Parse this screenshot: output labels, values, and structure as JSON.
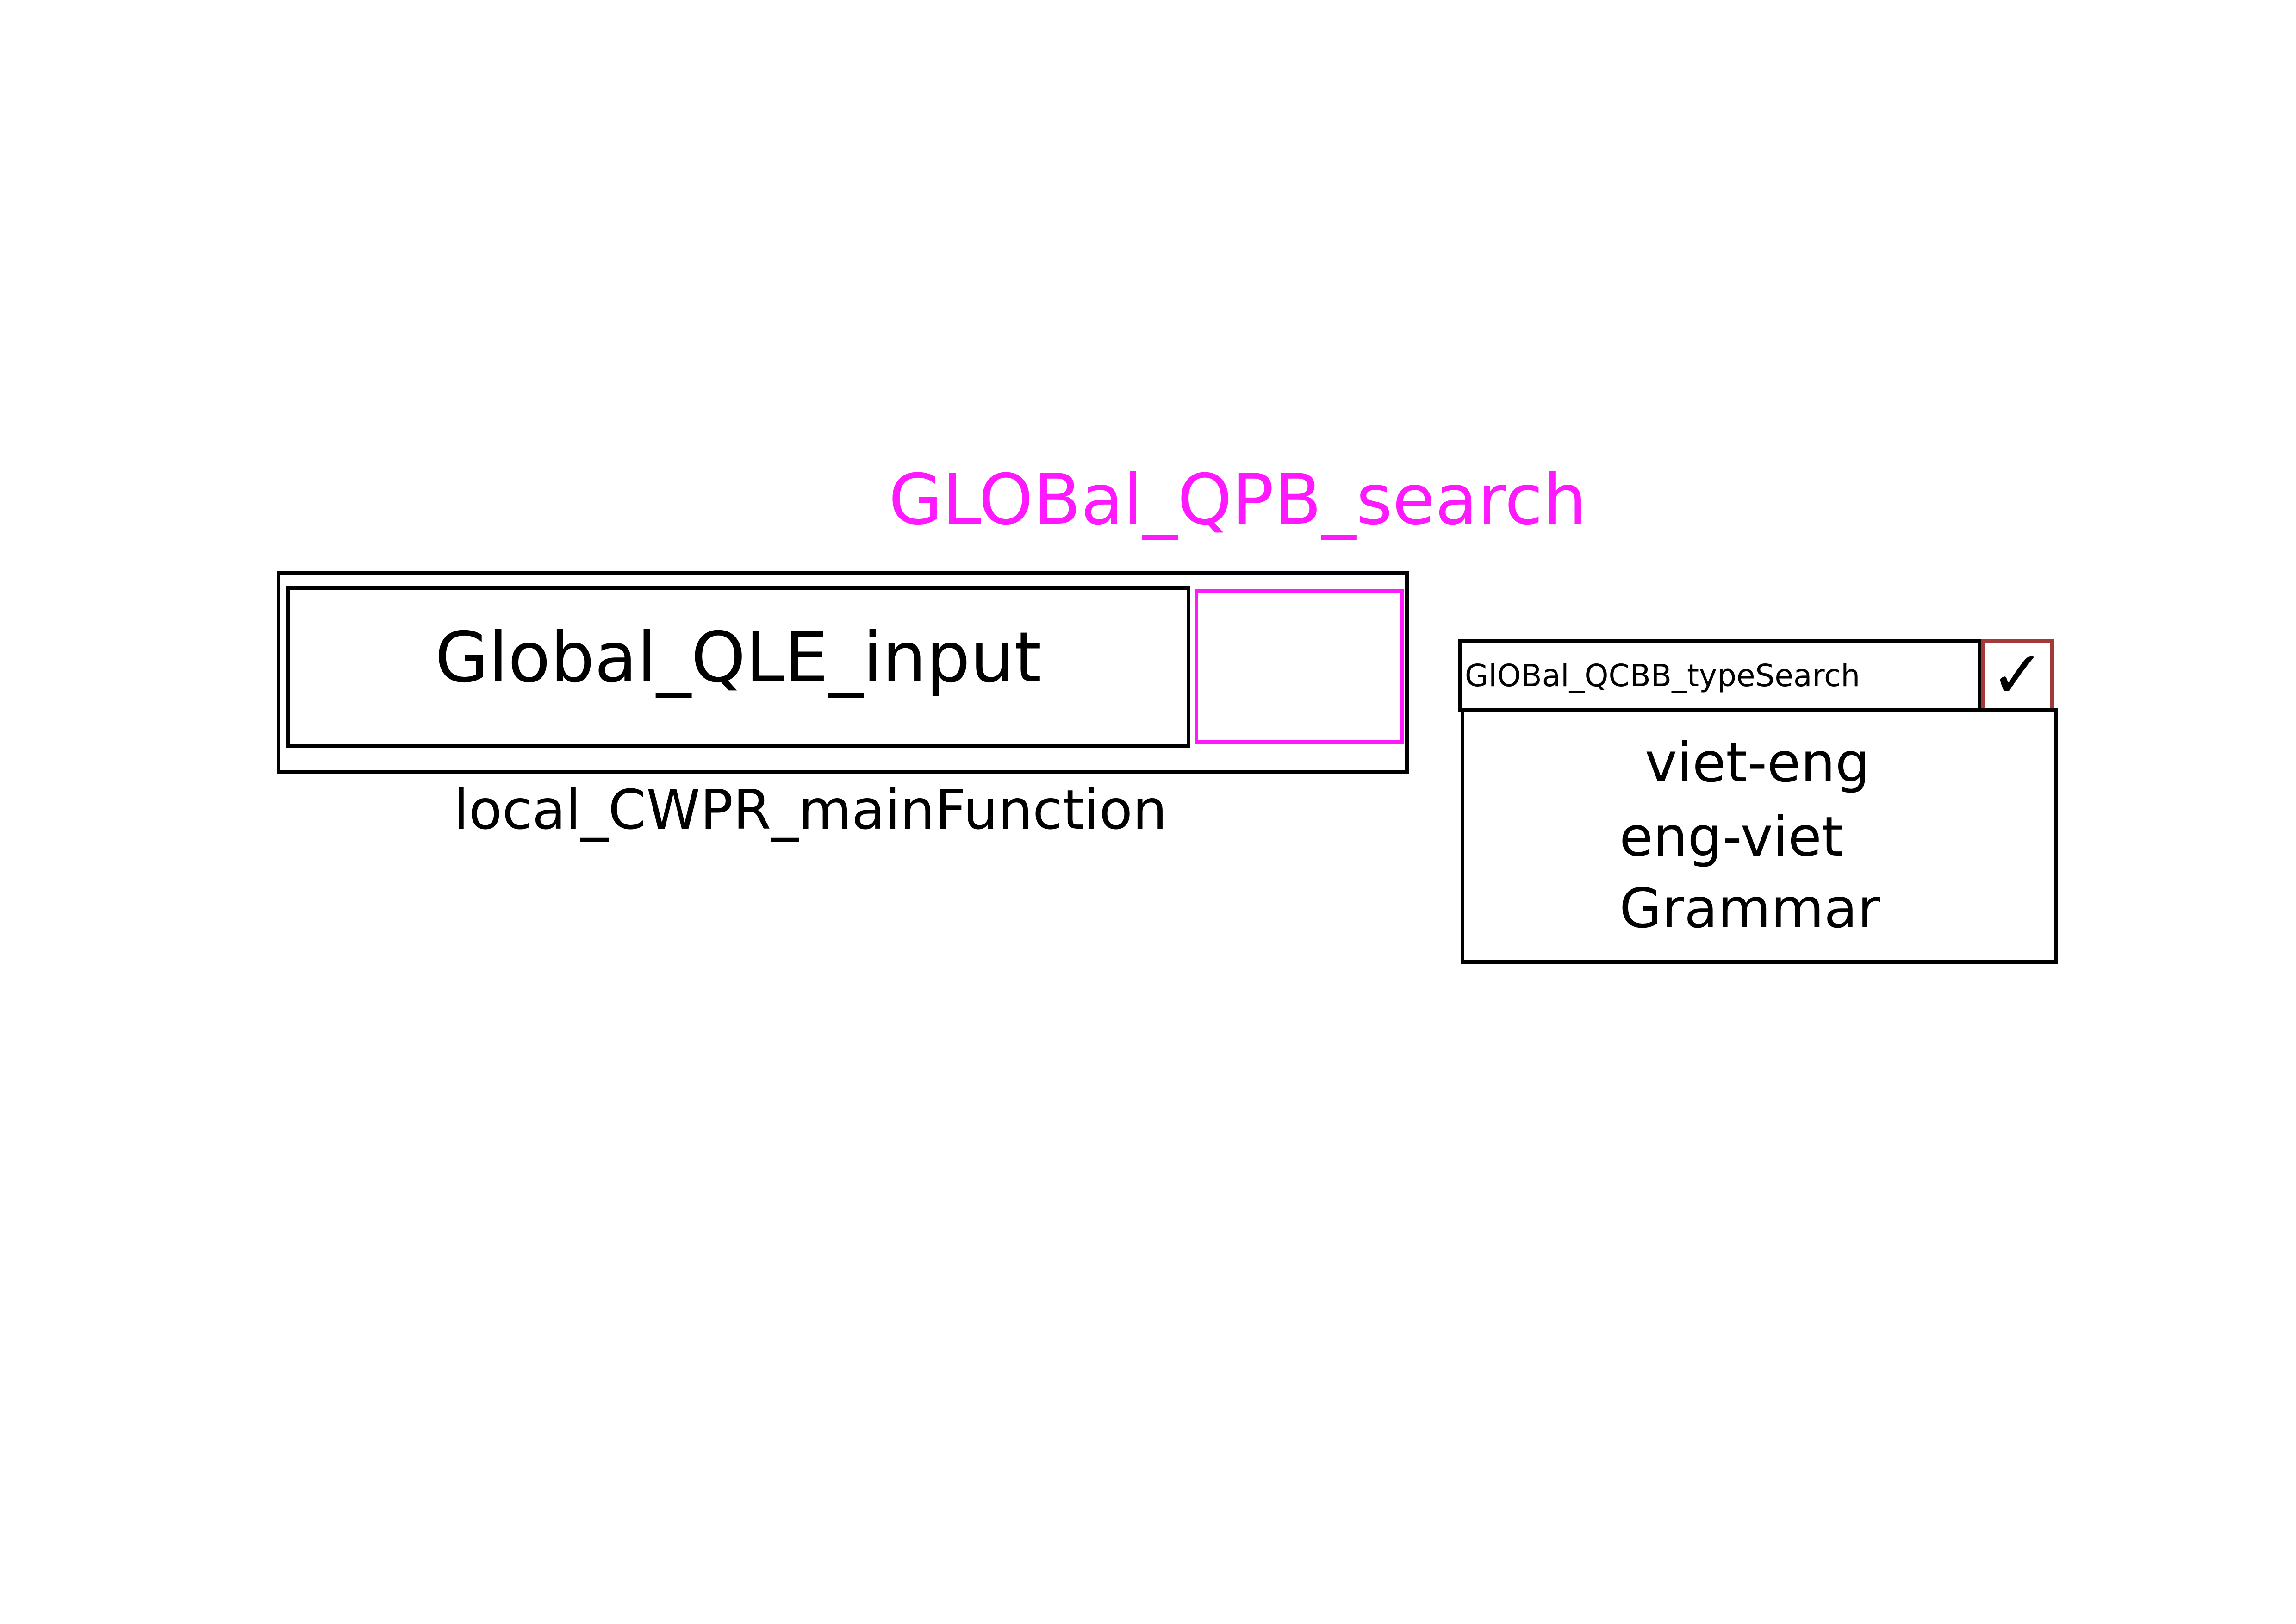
{
  "main_function": {
    "caption": "local_CWPR_mainFunction",
    "input": {
      "label": "Global_QLE_input"
    },
    "search_button": {
      "label": "GLOBal_QPB_search",
      "color": "#ff19ff"
    }
  },
  "type_search": {
    "label": "GlOBal_QCBB_typeSearch",
    "arrow_icon": "check-chevron-icon",
    "arrow_color": "#a23a3a",
    "options": [
      "viet-eng",
      "eng-viet",
      "Grammar"
    ]
  }
}
